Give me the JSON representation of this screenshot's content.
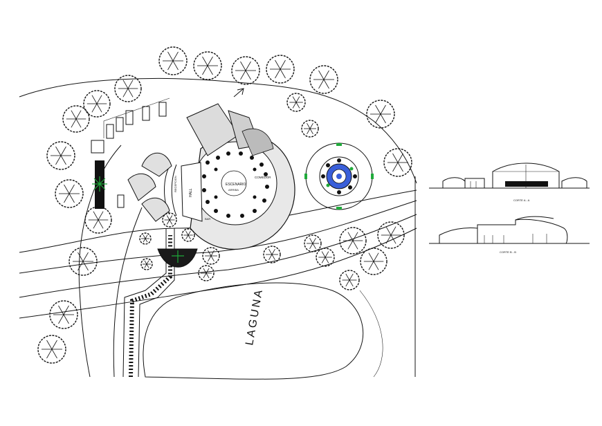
{
  "labels": {
    "lagoon": "LAGUNA",
    "stage": "ESCENARIO",
    "stage_sub": "ARRIBA",
    "dining": "COMEDOR",
    "hall": "HALL",
    "reception": "RECEPCION",
    "bar": "BAR",
    "section_a": "CORTE A - A",
    "section_b": "CORTE B - B"
  },
  "colors": {
    "line": "#111111",
    "fountain_blue": "#3a5fd9",
    "planting_green": "#1faa3a",
    "background": "#ffffff"
  },
  "icons": [
    "tree-icon",
    "car-icon",
    "palm-icon",
    "north-arrow-icon",
    "table-set-icon"
  ]
}
